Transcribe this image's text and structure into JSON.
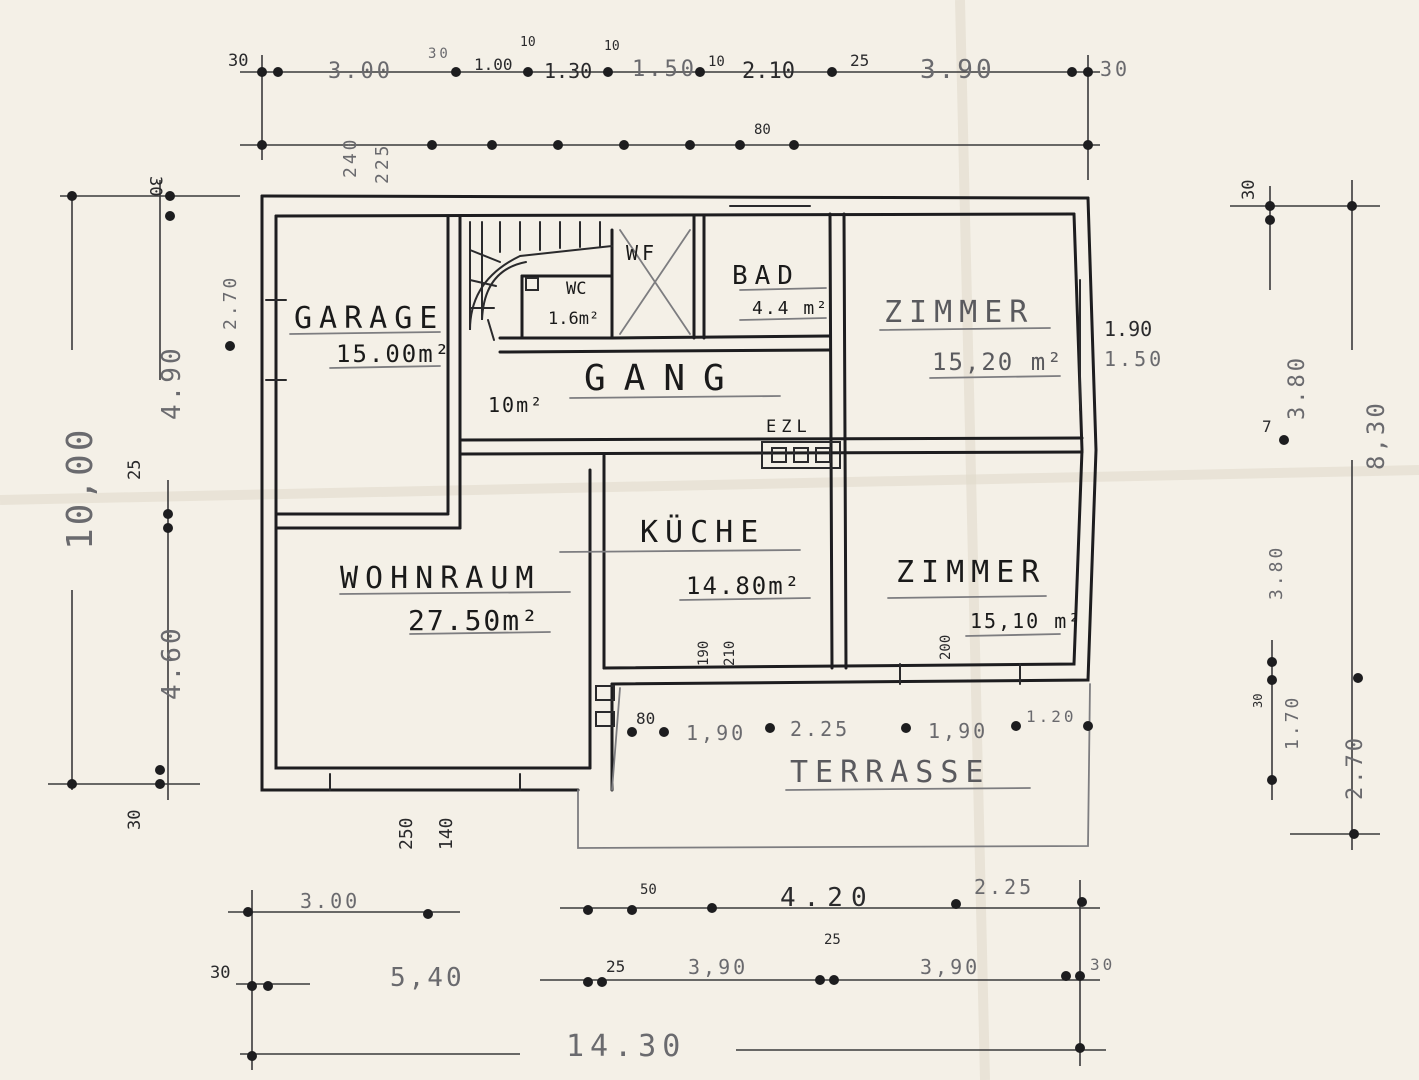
{
  "rooms": {
    "garage": {
      "name": "GARAGE",
      "area": "15.00m²"
    },
    "gang": {
      "name": "GANG",
      "area": "10m²"
    },
    "bad": {
      "name": "BAD",
      "area": "4.4 m²"
    },
    "wc": {
      "name": "WC",
      "area": "1.6m²"
    },
    "wf": {
      "name": "WF"
    },
    "zimmer_top": {
      "name": "ZIMMER",
      "area": "15,20 m²"
    },
    "zimmer_bottom": {
      "name": "ZIMMER",
      "area": "15,10 m²"
    },
    "kueche": {
      "name": "KÜCHE",
      "area": "14.80m²"
    },
    "wohnraum": {
      "name": "WOHNRAUM",
      "area": "27.50m²"
    },
    "terrasse": {
      "name": "TERRASSE"
    },
    "ezl": {
      "name": "EZL"
    }
  },
  "dims_top": [
    "30",
    "3.00",
    "30",
    "1.00",
    "10",
    "1.30",
    "10",
    "1.50",
    "10",
    "2.10",
    "25",
    "3.90",
    "30"
  ],
  "dims_top_vertical": [
    "240",
    "225",
    "80"
  ],
  "dims_left": [
    "30",
    "2.70",
    "4.90",
    "10,00",
    "25",
    "4.60",
    "30"
  ],
  "dims_right": [
    "30",
    "3.80",
    "8,30",
    "1.90",
    "1.50",
    "7",
    "3.80",
    "1.70",
    "30",
    "2.70"
  ],
  "dims_interior": [
    "190",
    "210",
    "200",
    "80",
    "1,90",
    "2.25",
    "1,90",
    "1.20",
    "250",
    "140"
  ],
  "dims_bottom_row1": [
    "3.00",
    "50",
    "4.20",
    "2.25"
  ],
  "dims_bottom_row2": [
    "30",
    "5,40",
    "25",
    "3,90",
    "25",
    "3,90",
    "30"
  ],
  "dims_bottom_total": "14.30"
}
